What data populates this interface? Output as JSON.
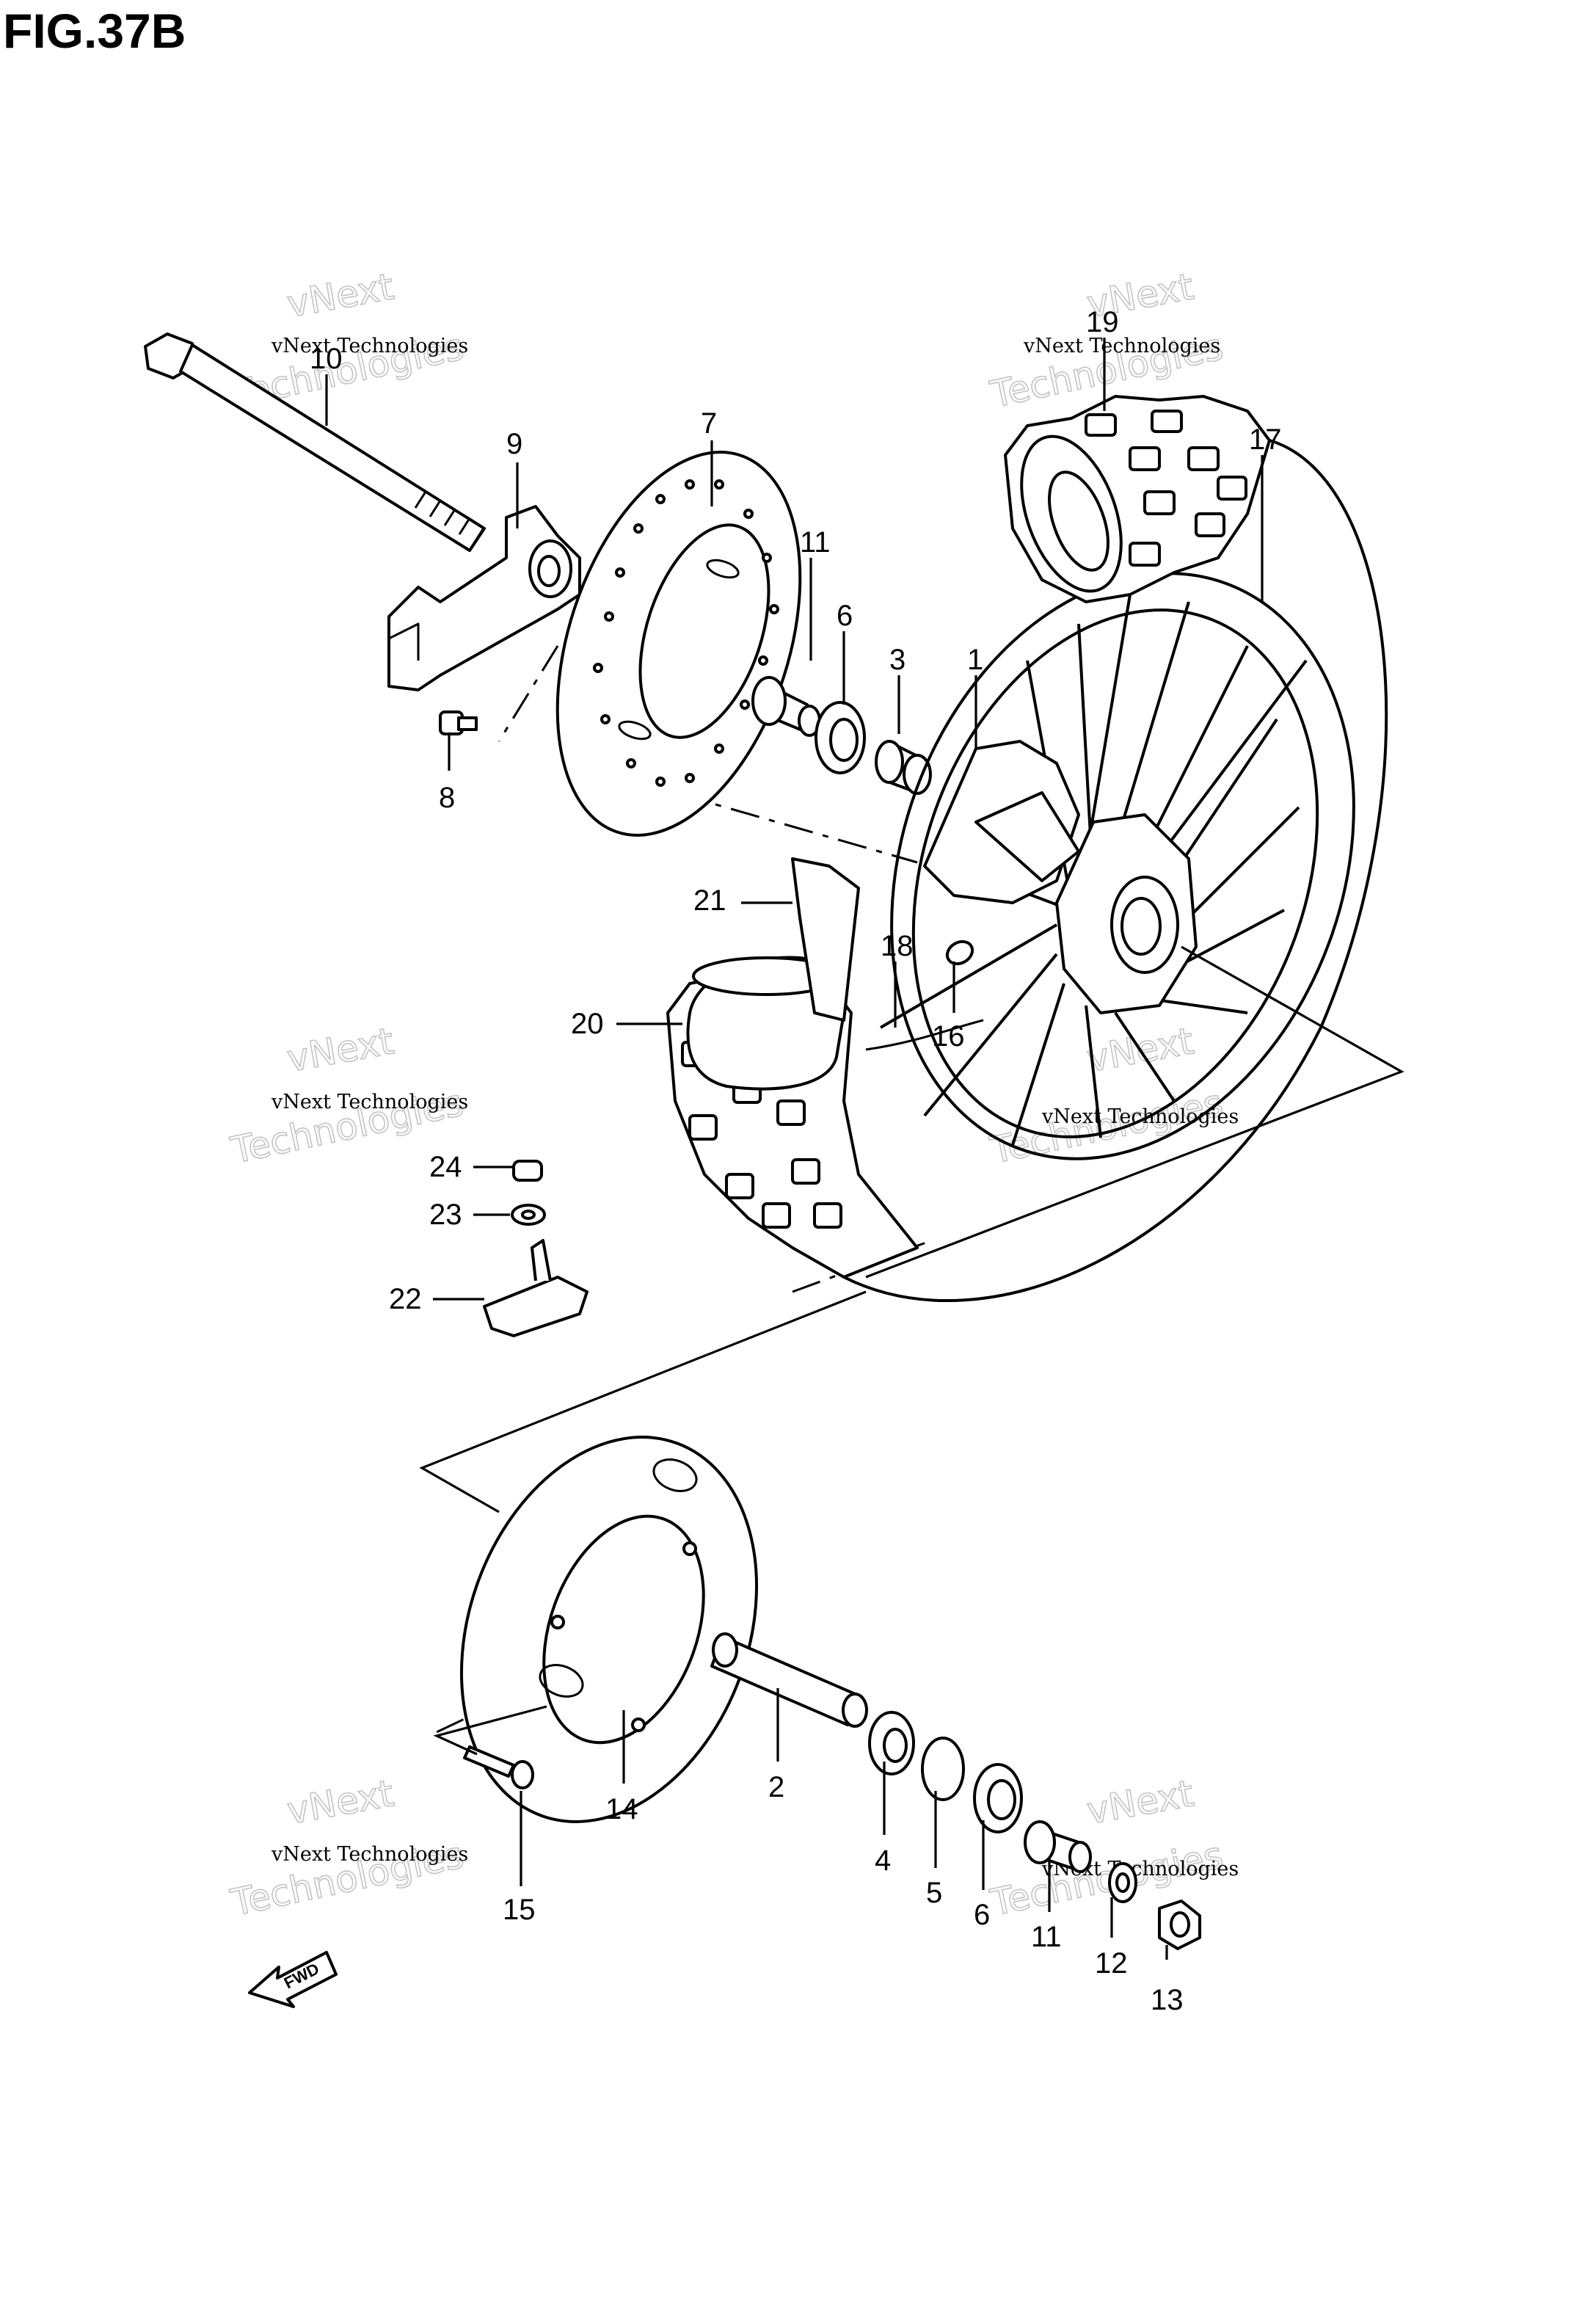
{
  "figure": {
    "title": "FIG.37B"
  },
  "watermark": {
    "line1": "vNext Technologies",
    "line2": "Technologies",
    "line3": "vNext"
  },
  "fwd_label": "FWD",
  "callouts": [
    {
      "n": "1",
      "text": "1"
    },
    {
      "n": "2",
      "text": "2"
    },
    {
      "n": "3",
      "text": "3"
    },
    {
      "n": "4",
      "text": "4"
    },
    {
      "n": "5",
      "text": "5"
    },
    {
      "n": "6a",
      "text": "6"
    },
    {
      "n": "6b",
      "text": "6"
    },
    {
      "n": "7",
      "text": "7"
    },
    {
      "n": "8",
      "text": "8"
    },
    {
      "n": "9",
      "text": "9"
    },
    {
      "n": "10",
      "text": "10"
    },
    {
      "n": "11a",
      "text": "11"
    },
    {
      "n": "11b",
      "text": "11"
    },
    {
      "n": "12",
      "text": "12"
    },
    {
      "n": "13",
      "text": "13"
    },
    {
      "n": "14",
      "text": "14"
    },
    {
      "n": "15",
      "text": "15"
    },
    {
      "n": "16",
      "text": "16"
    },
    {
      "n": "17",
      "text": "17"
    },
    {
      "n": "18",
      "text": "18"
    },
    {
      "n": "19",
      "text": "19"
    },
    {
      "n": "20",
      "text": "20"
    },
    {
      "n": "21",
      "text": "21"
    },
    {
      "n": "22",
      "text": "22"
    },
    {
      "n": "23",
      "text": "23"
    },
    {
      "n": "24",
      "text": "24"
    }
  ]
}
